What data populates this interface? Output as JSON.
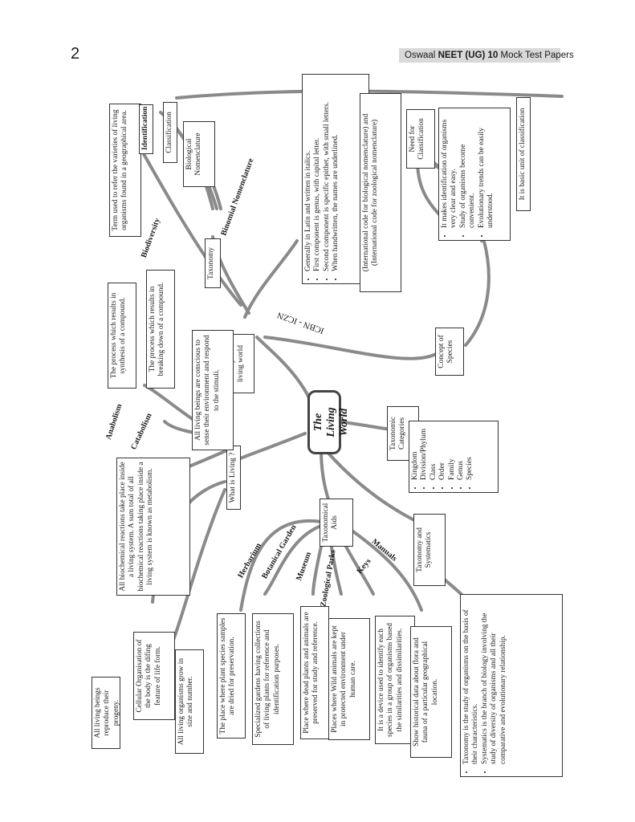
{
  "page_number": "2",
  "header": {
    "brand": "Oswaal",
    "title": "NEET (UG)",
    "rest": "10 Mock Test Papers"
  },
  "center": {
    "line1": "The Living",
    "line2": "World"
  },
  "branches": {
    "what_is_living": "What is Living ?",
    "diversity": "Diversity in the living world",
    "taxonomy": "Taxonomy",
    "taxonomic_categories": "Taxonomic Categories",
    "taxonomical_aids": "Taxonomical Aids",
    "taxonomy_systematics": "Taxonomy and Systematics",
    "concept_species": "Concept of Species",
    "need_classification": "Need for Classification"
  },
  "labels": {
    "anabolism": "Anabolism",
    "catabolism": "Catabolism",
    "biodiversity": "Biodiversity",
    "binomial": "Binomial Nomenclature",
    "icbn": "ICBN - ICZN",
    "herbarium": "Herbarium",
    "botanical_garden": "Botanical Garden",
    "museum": "Museum",
    "zoological_parks": "Zoological Parks",
    "keys": "Keys",
    "manuals": "Manuals"
  },
  "boxes": {
    "reproduce": "All living beings reproduce their progeny.",
    "cellular": "Cellular Organisation of the body is the difing feature of life form.",
    "grow": "All living organisms grow in size and number.",
    "metabolism": "All biochemical reactions take place inside a living system. A sum total of all biochemical reactions taking place inside a living system is known as metabolism.",
    "conscious": "All living beings are conscious to sense their environment and respond to the stimuli.",
    "anabolism_def": "The process which results in synthesis of a compound.",
    "catabolism_def": "The process which results in breaking down of a compound.",
    "biodiversity_def": "Term used to refer the varieties of living organisms found in a geographical area.",
    "identification": "Identification",
    "classification": "Classification",
    "bio_nomenclature": "Biological Nomenclature",
    "icbn_text": "(International code for biological nomenclature) and (International code for zoological nomenclature)",
    "herbarium_def": "The place where plant species samples are dried for preservation.",
    "botanical_def": "Specialized gardens having collections of living plants for reference and identification purposes.",
    "museum_def": "Place where dead plants and animals are preserved for study and reference.",
    "zoo_def": "Places where Wild animals are kept in protected environment under human care.",
    "keys_def": "It is a device used to identify each species in a group of organisms based the similarities and dissimilarities.",
    "manuals_def": "Show historical data about flora and fauna of a particular geographical location.",
    "basic_unit": "It is basic unit of classification"
  },
  "lists": {
    "binomial_rules": [
      "Generally in Latin and written in italics.",
      "First component is genus, with capital letter.",
      "Second component is specific epithet, with small letters.",
      "When handwritten, the names are underlined."
    ],
    "need_points": [
      "It makes identification of organisms very clear and easy.",
      "Study of organisms become convenient.",
      "Evolutionary trends can be easily understood."
    ],
    "categories": [
      "Kingdom",
      "Division/Phylum",
      "Class",
      "Order",
      "Family",
      "Genus",
      "Species"
    ],
    "taxonomy_points": [
      "Taxonomy is the study of organisms on the basis of their characteristics.",
      "Systematics is the branch of biology involving the study of diversity of organisms and all their comparative and evolutionary relationship."
    ]
  }
}
